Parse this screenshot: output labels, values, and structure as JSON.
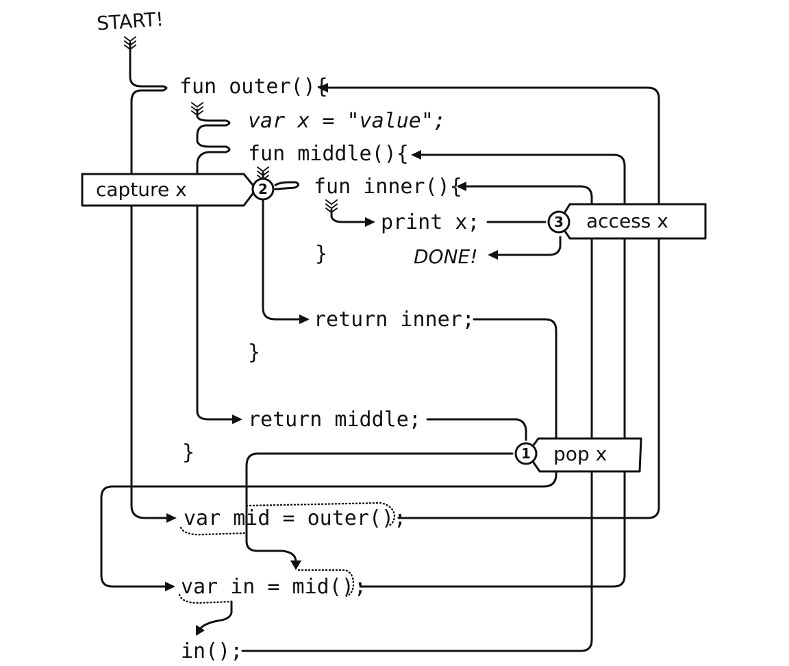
{
  "start_label": "START!",
  "done_label": "DONE!",
  "code": {
    "line_fun_outer": "fun outer(){",
    "line_var_x": "var x = \"value\";",
    "line_fun_middle": "fun middle(){",
    "line_fun_inner": "fun inner(){",
    "line_print_x": "print x;",
    "line_close_inner": "}",
    "line_return_inner": "return inner;",
    "line_close_middle": "}",
    "line_return_middle": "return middle;",
    "line_close_outer": "}",
    "line_var_mid": "var mid = outer();",
    "line_var_in": "var in = mid();",
    "line_call_in": "in();"
  },
  "callouts": {
    "capture": {
      "number": "2",
      "label": "capture x"
    },
    "access": {
      "number": "3",
      "label": "access x"
    },
    "pop": {
      "number": "1",
      "label": "pop x"
    }
  }
}
